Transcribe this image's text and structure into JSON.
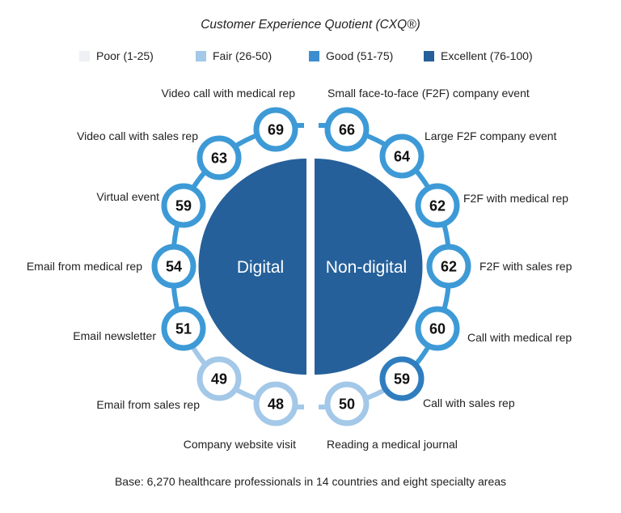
{
  "title": "Customer Experience Quotient (CXQ®)",
  "legend": [
    {
      "label": "Poor (1-25)",
      "color": "#eef0f4"
    },
    {
      "label": "Fair (26-50)",
      "color": "#a3c8e8"
    },
    {
      "label": "Good (51-75)",
      "color": "#3d8ed0"
    },
    {
      "label": "Excellent (76-100)",
      "color": "#25609a"
    }
  ],
  "center": {
    "left_label": "Digital",
    "right_label": "Non-digital",
    "color": "#25609a"
  },
  "colors": {
    "good": "#3d9ad6",
    "fair": "#a3c8e8",
    "good_dark": "#2f7dbe"
  },
  "digital": [
    {
      "label": "Video call with medical rep",
      "score": 69,
      "tier": "good"
    },
    {
      "label": "Video call with sales rep",
      "score": 63,
      "tier": "good"
    },
    {
      "label": "Virtual event",
      "score": 59,
      "tier": "good"
    },
    {
      "label": "Email from medical rep",
      "score": 54,
      "tier": "good"
    },
    {
      "label": "Email newsletter",
      "score": 51,
      "tier": "good"
    },
    {
      "label": "Email from sales rep",
      "score": 49,
      "tier": "fair"
    },
    {
      "label": "Company website visit",
      "score": 48,
      "tier": "fair"
    }
  ],
  "nondigital": [
    {
      "label": "Small face-to-face (F2F) company event",
      "score": 66,
      "tier": "good"
    },
    {
      "label": "Large F2F company event",
      "score": 64,
      "tier": "good"
    },
    {
      "label": "F2F with medical rep",
      "score": 62,
      "tier": "good"
    },
    {
      "label": "F2F with sales rep",
      "score": 62,
      "tier": "good"
    },
    {
      "label": "Call with medical rep",
      "score": 60,
      "tier": "good"
    },
    {
      "label": "Call with sales rep",
      "score": 59,
      "tier": "good_dark"
    },
    {
      "label": "Reading a medical journal",
      "score": 50,
      "tier": "fair"
    }
  ],
  "footnote": "Base: 6,270 healthcare professionals in 14 countries and eight specialty areas"
}
